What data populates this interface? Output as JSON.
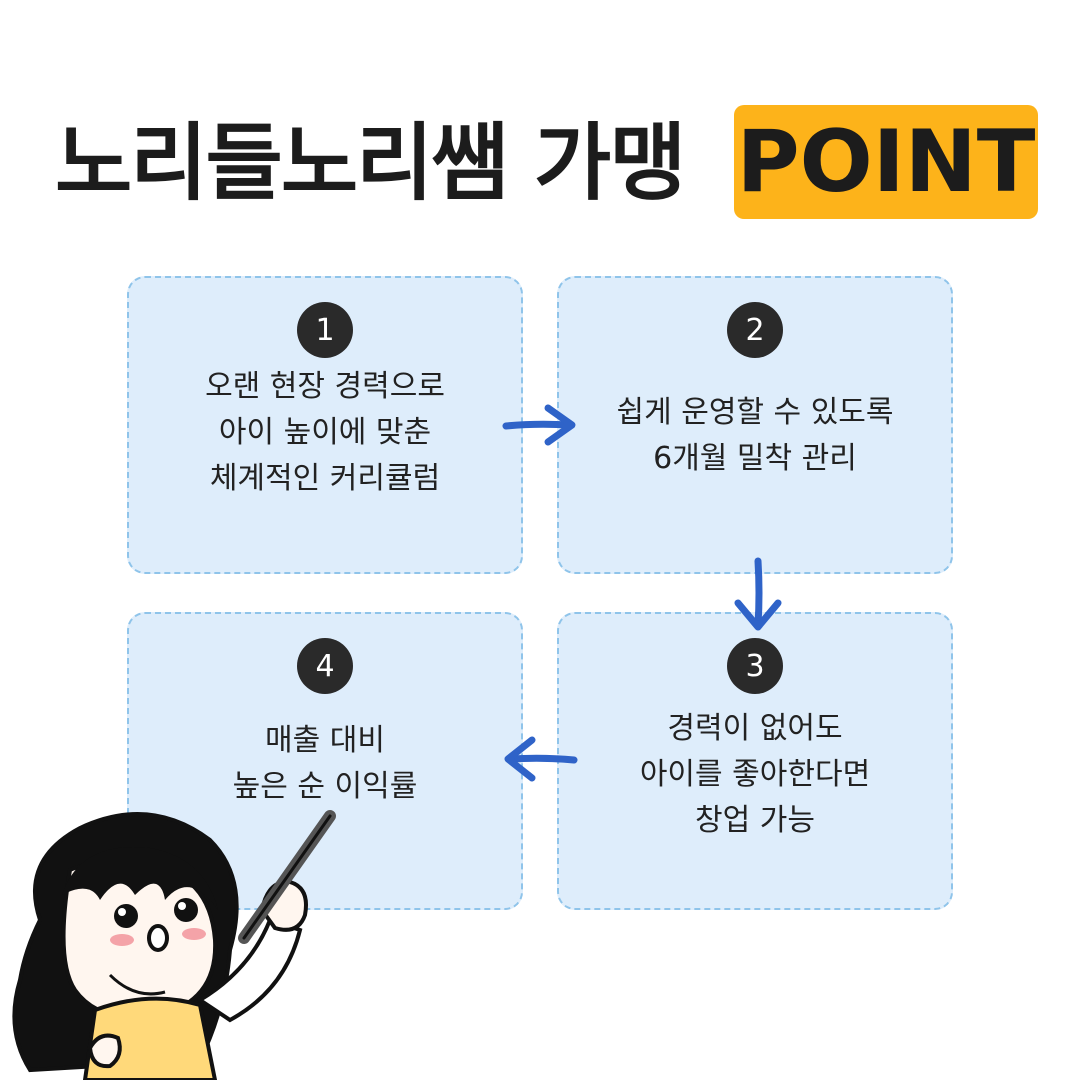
{
  "title": {
    "main": "노리들노리쌤 가맹",
    "badge": "POINT"
  },
  "colors": {
    "badge": "#fdb31a",
    "card_fill": "#deedfb",
    "card_border": "#8fc4ea",
    "arrow": "#2f63c8",
    "number_circle": "#2a2a2a"
  },
  "cards": [
    {
      "number": "1",
      "lines": [
        "오랜 현장 경력으로",
        "아이 높이에 맞춘",
        "체계적인 커리큘럼"
      ]
    },
    {
      "number": "2",
      "lines": [
        "쉽게 운영할 수 있도록",
        "6개월 밀착 관리"
      ]
    },
    {
      "number": "3",
      "lines": [
        "경력이 없어도",
        "아이를 좋아한다면",
        "창업 가능"
      ]
    },
    {
      "number": "4",
      "lines": [
        "매출 대비",
        "높은 순 이익률"
      ]
    }
  ],
  "arrows": [
    "arrow-right",
    "arrow-down",
    "arrow-left"
  ],
  "illustration": "girl-with-pointer-stick"
}
